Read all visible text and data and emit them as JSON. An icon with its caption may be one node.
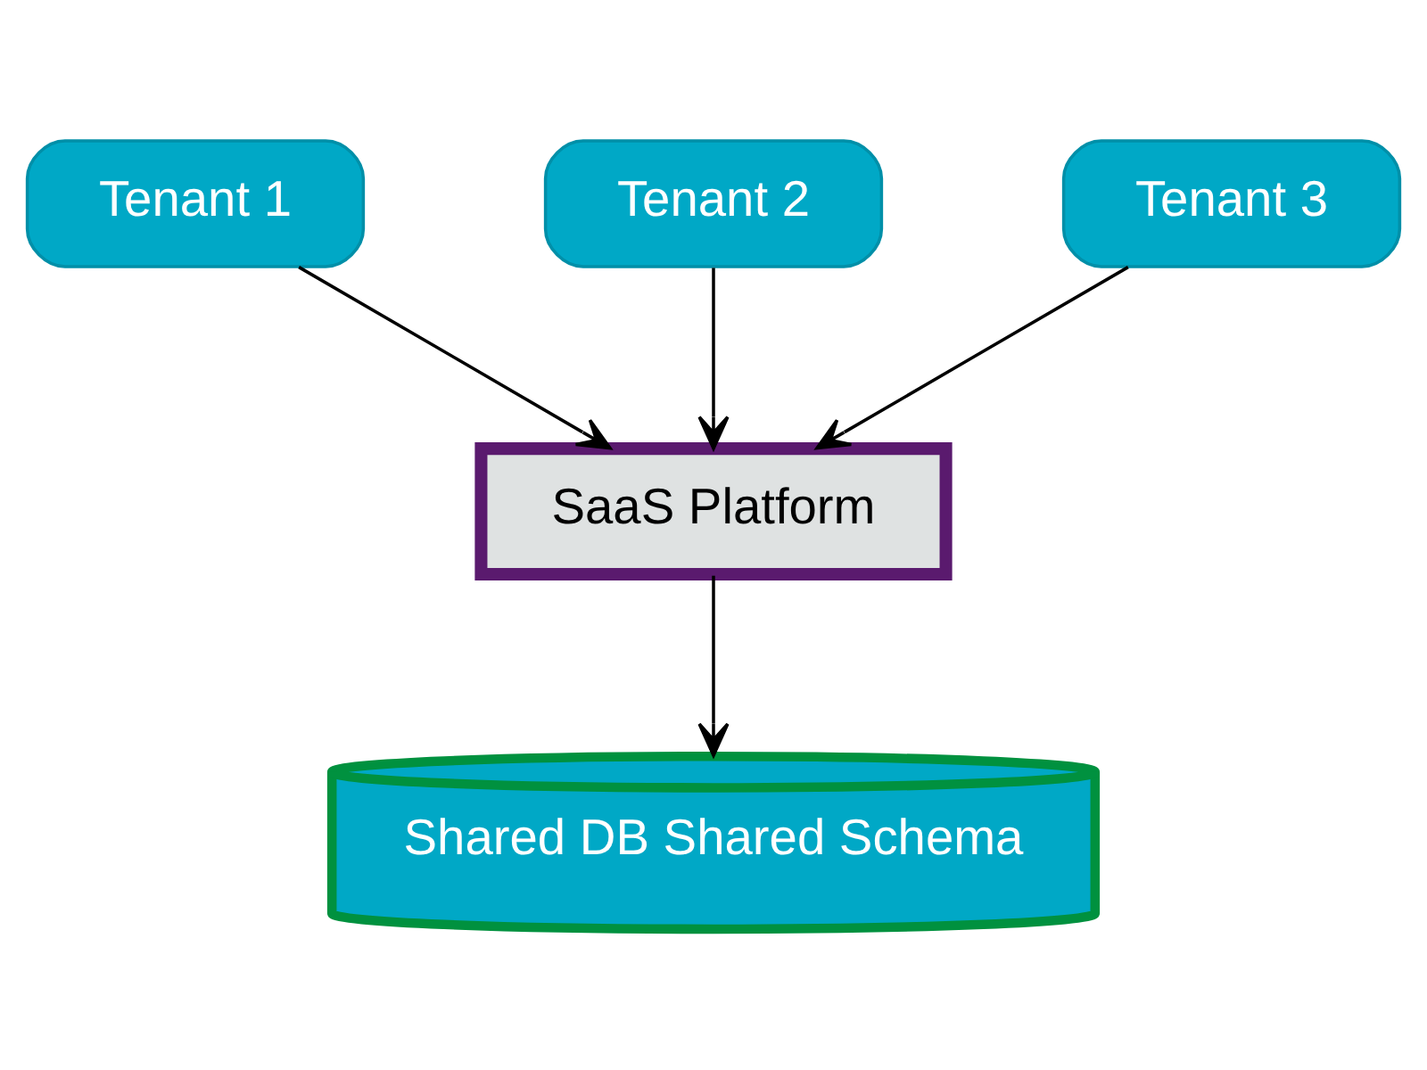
{
  "diagram": {
    "nodes": [
      {
        "text": [
          "Tenant 1"
        ]
      },
      {
        "text": [
          "Tenant 2"
        ]
      },
      {
        "text": [
          "Tenant 3"
        ]
      },
      {
        "text": [
          "SaaS Platform"
        ]
      },
      {
        "text": [
          "Shared DB Shared Schema"
        ]
      }
    ],
    "edges": [
      {
        "from": 0,
        "to": 3,
        "arrow": "to"
      },
      {
        "from": 1,
        "to": 3,
        "arrow": "to"
      },
      {
        "from": 2,
        "to": 3,
        "arrow": "to"
      },
      {
        "from": 3,
        "to": 4,
        "arrow": "to"
      }
    ]
  }
}
